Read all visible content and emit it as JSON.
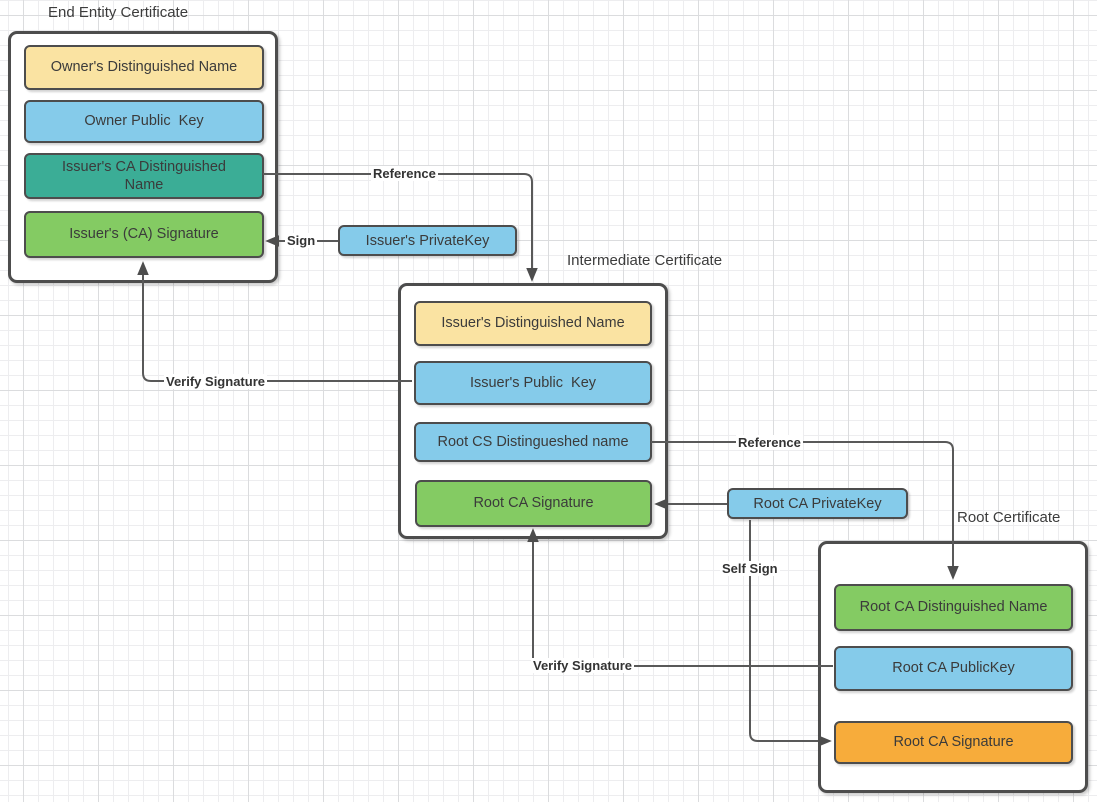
{
  "diagram": {
    "titles": {
      "end_entity": "End Entity Certificate",
      "intermediate": "Intermediate Certificate",
      "root": "Root Certificate"
    },
    "end_entity": {
      "fields": [
        {
          "label": "Owner's Distinguished Name",
          "color": "#FAE3A2"
        },
        {
          "label": "Owner Public  Key",
          "color": "#85CBEA"
        },
        {
          "label": "Issuer's CA Distinguished\nName",
          "color": "#3BAD96"
        },
        {
          "label": "Issuer's (CA) Signature",
          "color": "#84CB63"
        }
      ]
    },
    "intermediate": {
      "fields": [
        {
          "label": "Issuer's Distinguished Name",
          "color": "#FAE3A2"
        },
        {
          "label": "Issuer's Public  Key",
          "color": "#85CBEA"
        },
        {
          "label": "Root CS Distingueshed name",
          "color": "#85CBEA"
        },
        {
          "label": "Root CA Signature",
          "color": "#84CB63"
        }
      ]
    },
    "root": {
      "fields": [
        {
          "label": "Root CA Distinguished Name",
          "color": "#84CB63"
        },
        {
          "label": "Root CA PublicKey",
          "color": "#85CBEA"
        },
        {
          "label": "Root CA Signature",
          "color": "#F7AC3B"
        }
      ]
    },
    "keys": {
      "issuer_private_key": {
        "label": "Issuer's PrivateKey",
        "color": "#85CBEA"
      },
      "root_private_key": {
        "label": "Root CA PrivateKey",
        "color": "#85CBEA"
      }
    },
    "edges": {
      "reference_1": "Reference",
      "sign": "Sign",
      "verify_signature_1": "Verify Signature",
      "reference_2": "Reference",
      "self_sign": "Self Sign",
      "verify_signature_2": "Verify Signature"
    },
    "colors": {
      "yellow": "#FAE3A2",
      "blue": "#85CBEA",
      "teal": "#3BAD96",
      "green": "#84CB63",
      "orange": "#F7AC3B",
      "line": "#595959",
      "border": "#4D4D4D",
      "background": "#FFFFFF"
    }
  }
}
